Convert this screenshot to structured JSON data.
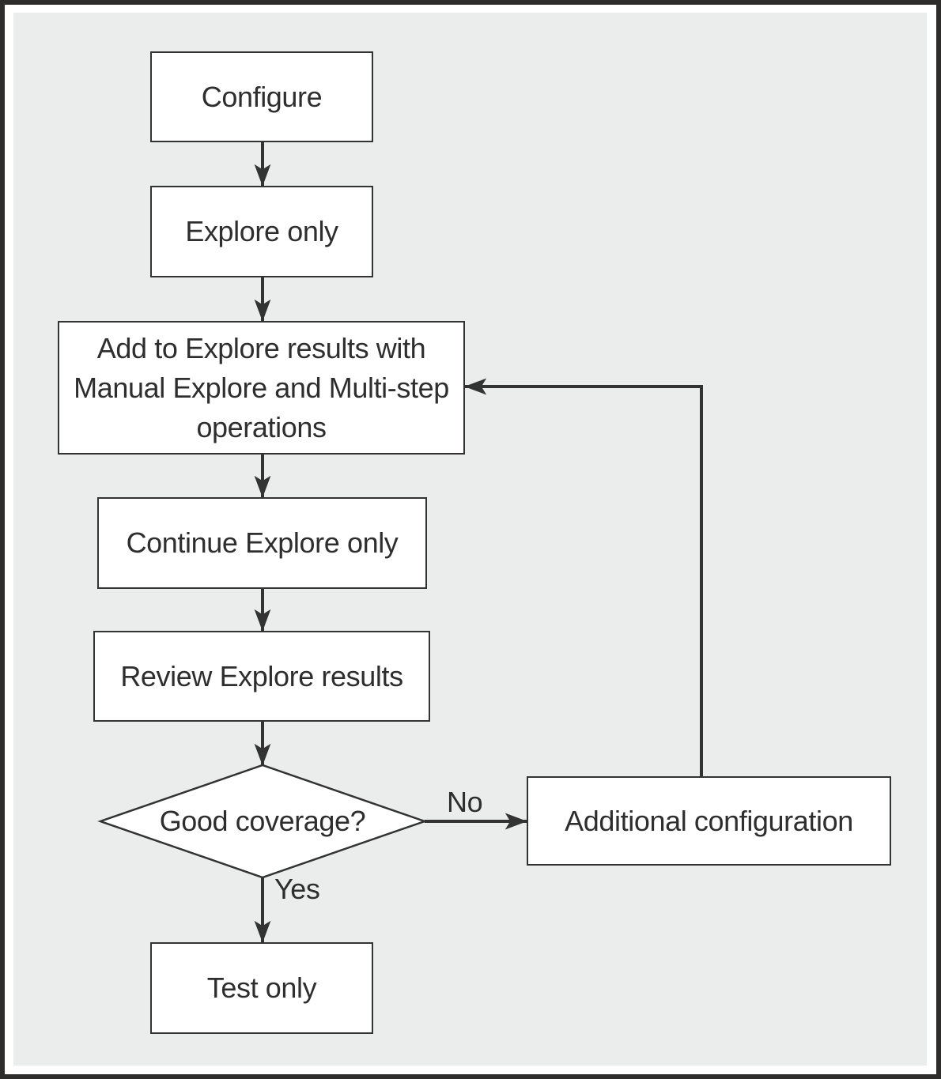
{
  "diagram": {
    "type": "flowchart",
    "nodes": {
      "configure": {
        "label": "Configure",
        "shape": "rectangle"
      },
      "explore_only": {
        "label": "Explore only",
        "shape": "rectangle"
      },
      "add_explore": {
        "label": "Add to Explore results with Manual Explore and Multi-step operations",
        "shape": "rectangle"
      },
      "continue_explore": {
        "label": "Continue Explore only",
        "shape": "rectangle"
      },
      "review_results": {
        "label": "Review Explore results",
        "shape": "rectangle"
      },
      "good_coverage": {
        "label": "Good coverage?",
        "shape": "diamond"
      },
      "additional_config": {
        "label": "Additional configuration",
        "shape": "rectangle"
      },
      "test_only": {
        "label": "Test only",
        "shape": "rectangle"
      }
    },
    "edges": {
      "yes": {
        "label": "Yes"
      },
      "no": {
        "label": "No"
      }
    },
    "connections": [
      {
        "from": "configure",
        "to": "explore_only",
        "label": ""
      },
      {
        "from": "explore_only",
        "to": "add_explore",
        "label": ""
      },
      {
        "from": "add_explore",
        "to": "continue_explore",
        "label": ""
      },
      {
        "from": "continue_explore",
        "to": "review_results",
        "label": ""
      },
      {
        "from": "review_results",
        "to": "good_coverage",
        "label": ""
      },
      {
        "from": "good_coverage",
        "to": "additional_config",
        "label": "No"
      },
      {
        "from": "good_coverage",
        "to": "test_only",
        "label": "Yes"
      },
      {
        "from": "additional_config",
        "to": "add_explore",
        "label": ""
      }
    ],
    "colors": {
      "panel_background": "#ebecec",
      "node_fill": "#ffffff",
      "stroke": "#333333",
      "text": "#2e2e2e",
      "frame_border": "#2e2d2c"
    }
  }
}
